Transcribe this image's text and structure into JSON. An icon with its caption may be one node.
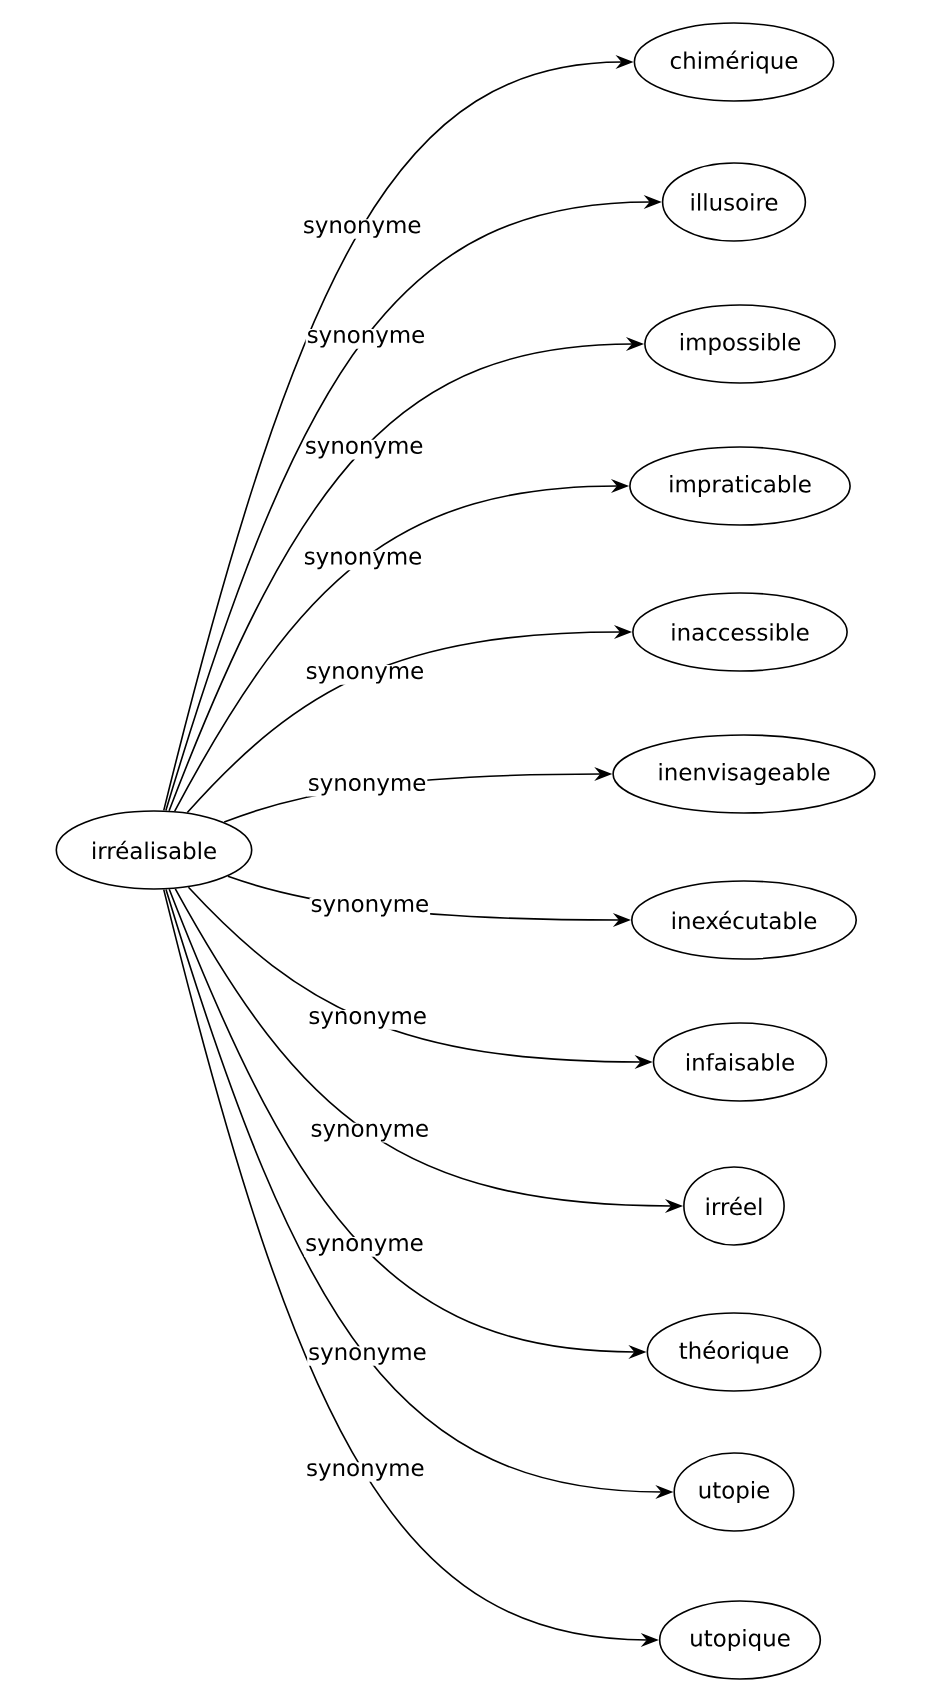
{
  "diagram": {
    "nodes": [
      {
        "text": [
          "irréalisable"
        ]
      },
      {
        "text": [
          "chimérique"
        ]
      },
      {
        "text": [
          "illusoire"
        ]
      },
      {
        "text": [
          "impossible"
        ]
      },
      {
        "text": [
          "impraticable"
        ]
      },
      {
        "text": [
          "inaccessible"
        ]
      },
      {
        "text": [
          "inenvisageable"
        ]
      },
      {
        "text": [
          "inexécutable"
        ]
      },
      {
        "text": [
          "infaisable"
        ]
      },
      {
        "text": [
          "irréel"
        ]
      },
      {
        "text": [
          "théorique"
        ]
      },
      {
        "text": [
          "utopie"
        ]
      },
      {
        "text": [
          "utopique"
        ]
      }
    ],
    "edges": [
      {
        "from": 0,
        "to": 1,
        "arrow": "to",
        "label": "synonyme"
      },
      {
        "from": 0,
        "to": 2,
        "arrow": "to",
        "label": "synonyme"
      },
      {
        "from": 0,
        "to": 3,
        "arrow": "to",
        "label": "synonyme"
      },
      {
        "from": 0,
        "to": 4,
        "arrow": "to",
        "label": "synonyme"
      },
      {
        "from": 0,
        "to": 5,
        "arrow": "to",
        "label": "synonyme"
      },
      {
        "from": 0,
        "to": 6,
        "arrow": "to",
        "label": "synonyme"
      },
      {
        "from": 0,
        "to": 7,
        "arrow": "to",
        "label": "synonyme"
      },
      {
        "from": 0,
        "to": 8,
        "arrow": "to",
        "label": "synonyme"
      },
      {
        "from": 0,
        "to": 9,
        "arrow": "to",
        "label": "synonyme"
      },
      {
        "from": 0,
        "to": 10,
        "arrow": "to",
        "label": "synonyme"
      },
      {
        "from": 0,
        "to": 11,
        "arrow": "to",
        "label": "synonyme"
      },
      {
        "from": 0,
        "to": 12,
        "arrow": "to",
        "label": "synonyme"
      }
    ]
  }
}
